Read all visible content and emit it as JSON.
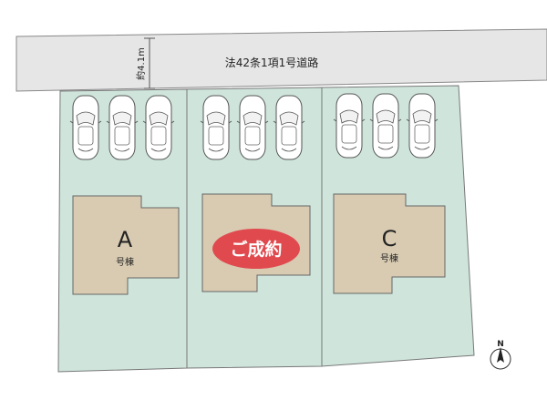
{
  "road": {
    "label": "法42条1項1号道路",
    "width_label": "約4.1m"
  },
  "lots": [
    {
      "id": "A",
      "letter": "A",
      "sub": "号棟",
      "sold": false
    },
    {
      "id": "B",
      "letter": "",
      "sub": "",
      "sold": true,
      "sold_label": "ご成約"
    },
    {
      "id": "C",
      "letter": "C",
      "sub": "号棟",
      "sold": false
    }
  ],
  "parking_per_lot": 3,
  "compass": {
    "label": "N"
  },
  "colors": {
    "lot_fill": "#cfe5dc",
    "road_fill": "#e6e6e6",
    "building_fill": "#d8cbb2",
    "sold_badge": "#e04a4f",
    "line": "#777777"
  }
}
